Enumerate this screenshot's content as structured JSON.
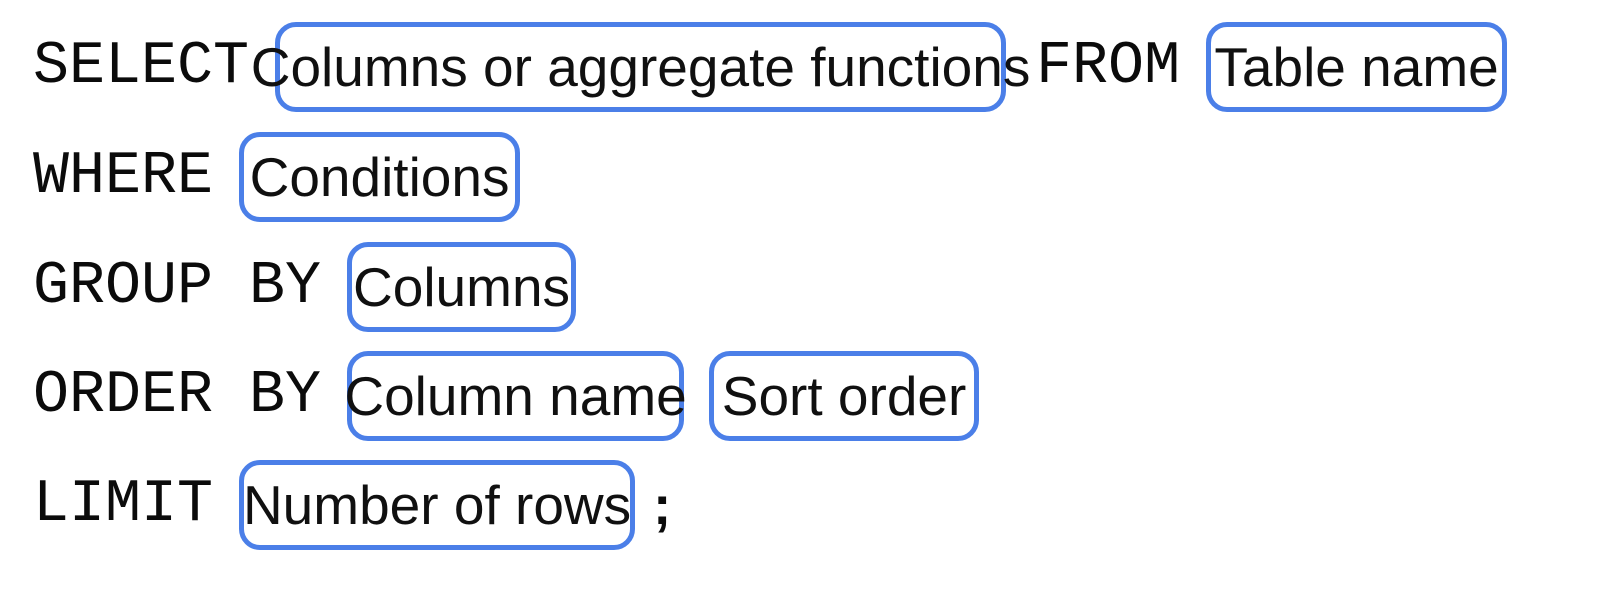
{
  "diagram": {
    "title": "SQL SELECT statement skeleton",
    "background_color": "#ffffff",
    "slot_border_color": "#4b7fe8",
    "text_color": "#0b0b0b",
    "statement_terminator": ";",
    "clauses": [
      {
        "keyword": "SELECT",
        "slots": [
          {
            "label": "Columns or aggregate functions"
          }
        ],
        "trailing_keyword": "FROM",
        "trailing_slots": [
          {
            "label": "Table name"
          }
        ]
      },
      {
        "keyword": "WHERE",
        "slots": [
          {
            "label": "Conditions"
          }
        ]
      },
      {
        "keyword": "GROUP BY",
        "slots": [
          {
            "label": "Columns"
          }
        ]
      },
      {
        "keyword": "ORDER BY",
        "slots": [
          {
            "label": "Column name"
          },
          {
            "label": "Sort order"
          }
        ]
      },
      {
        "keyword": "LIMIT",
        "slots": [
          {
            "label": "Number of rows"
          }
        ],
        "terminator": ";"
      }
    ]
  }
}
